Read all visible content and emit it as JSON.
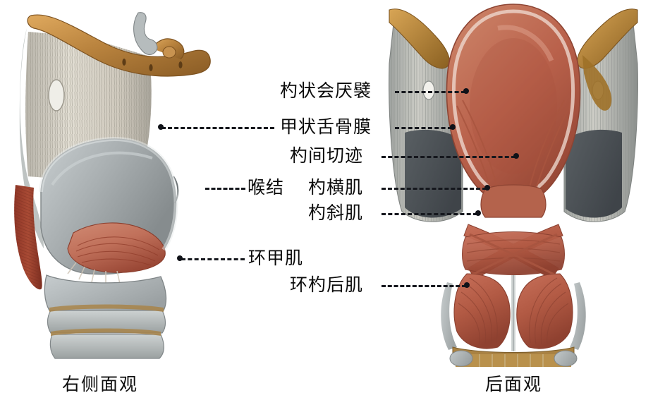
{
  "figure": {
    "title_visible": false,
    "views": [
      {
        "id": "right-lateral",
        "caption": "右侧面观",
        "caption_en_meaning": "right lateral view"
      },
      {
        "id": "posterior",
        "caption": "后面观",
        "caption_en_meaning": "posterior view"
      }
    ]
  },
  "labels": {
    "aryepiglottic_fold": "杓状会厌襞",
    "thyrohyoid_membrane": "甲状舌骨膜",
    "interarytenoid_notch": "杓间切迹",
    "laryngeal_prominence": "喉结",
    "transverse_arytenoid": "杓横肌",
    "oblique_arytenoid": "杓斜肌",
    "cricothyroid": "环甲肌",
    "posterior_cricoarytenoid": "环杓后肌"
  },
  "colors": {
    "hyoid_bone": "#b9833e",
    "thyrohyoid_membrane": "#cfc9bd",
    "thyroid_cartilage": "#a8aeb0",
    "cricoid_cartilage": "#b9bfc1",
    "muscle_light": "#c9725c",
    "muscle_deep": "#9e4030",
    "epiglottis": "#b9614b",
    "inner_lamina_dark": "#4d5257",
    "trachea_ring": "#b5b9b8",
    "trachea_membrane": "#a98243",
    "leader_line": "#15171d",
    "label_text": "#0b0b0b",
    "background": "#ffffff"
  }
}
